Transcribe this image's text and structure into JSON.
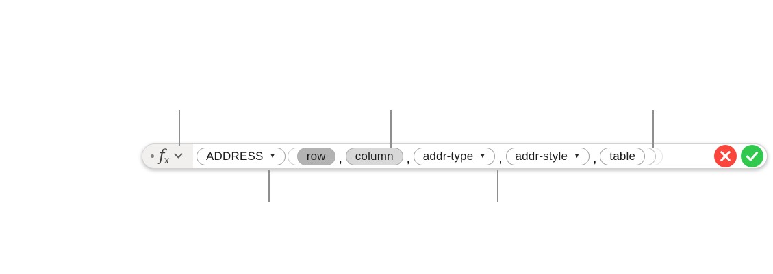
{
  "formula_bar": {
    "fx_button": {
      "f": "f",
      "x": "x"
    },
    "function_token": {
      "label": "ADDRESS"
    },
    "separator": ",",
    "arguments": [
      {
        "label": "row",
        "state": "selected"
      },
      {
        "label": "column",
        "state": "placeholder"
      },
      {
        "label": "addr-type",
        "state": "dropdown"
      },
      {
        "label": "addr-style",
        "state": "dropdown"
      },
      {
        "label": "table",
        "state": "optional"
      }
    ]
  },
  "icons": {
    "dropdown": "▼",
    "chevron_down": "chevron-down",
    "cancel": "cancel-x",
    "confirm": "checkmark",
    "open_paren": "(",
    "close_paren": ")"
  },
  "colors": {
    "cancel_red": "#fa453c",
    "confirm_green": "#31c84e",
    "selected_token_gray": "#b3b3b3",
    "placeholder_token_gray": "#d8d8d8",
    "callout_line_gray": "#8f8f8f",
    "fx_section_gray": "#f1f0ef"
  }
}
